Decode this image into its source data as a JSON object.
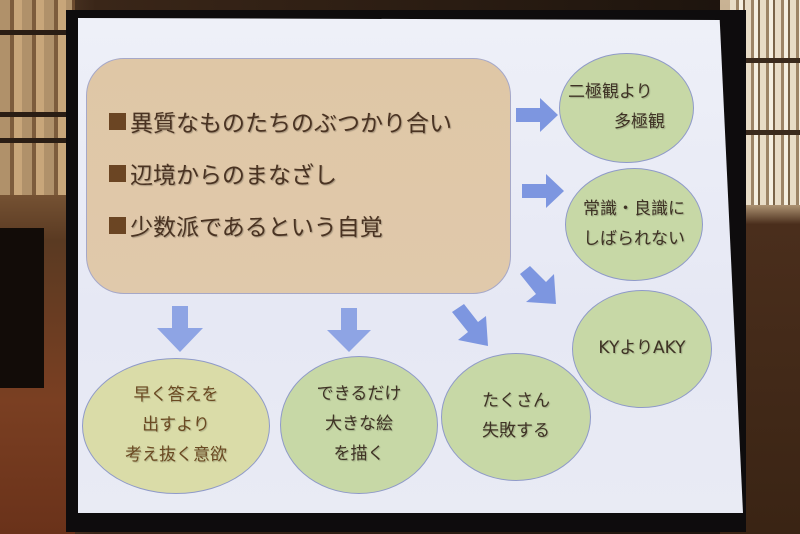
{
  "slide": {
    "main_box": {
      "bullets": [
        "異質なものたちのぶつかり合い",
        "辺境からのまなざし",
        "少数派であるという自覚"
      ]
    },
    "right_ellipses": [
      {
        "lines": [
          "二極観より",
          "多極観"
        ]
      },
      {
        "lines": [
          "常識・良識に",
          "しばられない"
        ]
      },
      {
        "lines": [
          "KYよりAKY"
        ]
      }
    ],
    "bottom_ellipses": [
      {
        "lines": [
          "早く答えを",
          "出すより",
          "考え抜く意欲"
        ]
      },
      {
        "lines": [
          "できるだけ",
          "大きな絵",
          "を描く"
        ]
      },
      {
        "lines": [
          "たくさん",
          "失敗する"
        ]
      }
    ],
    "colors": {
      "box_fill": "#dfc7a6",
      "bullet_square": "#6b4523",
      "ellipse_green": "#c7d8a6",
      "ellipse_yellow": "#dadca8",
      "arrow": "#7d96e0",
      "screen_bg": "#eef0f8"
    }
  }
}
